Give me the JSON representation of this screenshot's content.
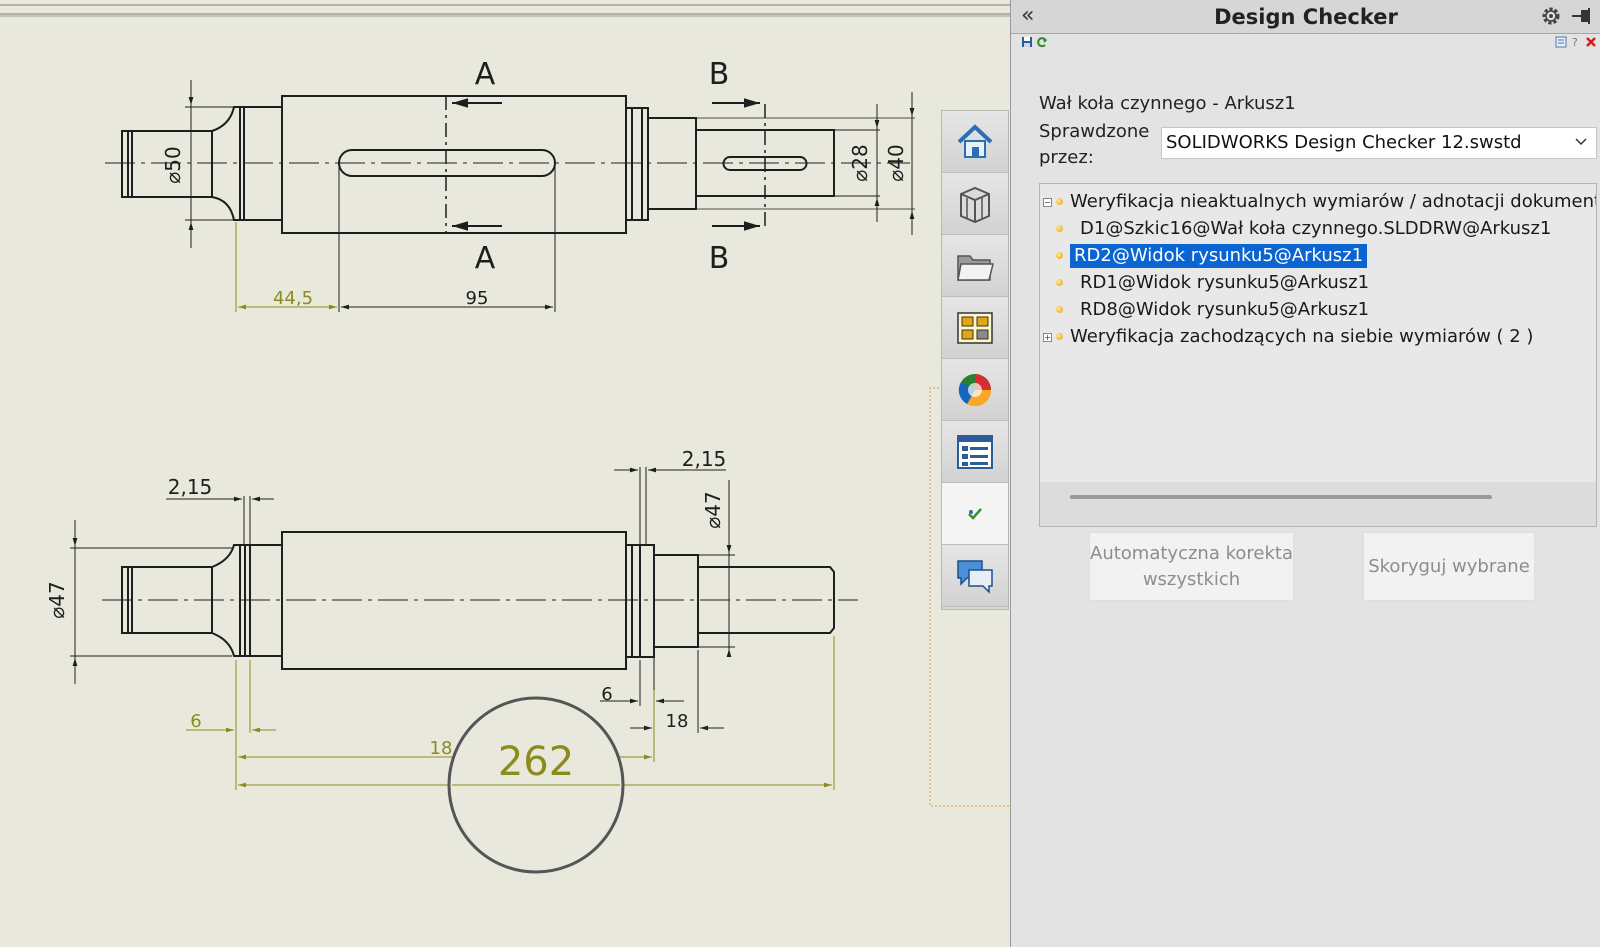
{
  "drawing": {
    "section_a_top": "A",
    "section_a_bottom": "A",
    "section_b_top": "B",
    "section_b_bottom": "B",
    "top_view": {
      "dim_diameter_50": "⌀50",
      "dim_diameter_28": "⌀28",
      "dim_diameter_40": "⌀40",
      "dim_44_5": "44,5",
      "dim_95": "95"
    },
    "bottom_view": {
      "dim_2_15_left": "2,15",
      "dim_2_15_right": "2,15",
      "dim_diameter_47_right": "⌀47",
      "dim_diameter_47_left": "⌀47",
      "dim_6_right": "6",
      "dim_18_right": "18",
      "dim_6_left": "6",
      "dim_18_center": "18",
      "dim_262": "262"
    }
  },
  "tabs": [
    {
      "icon": "home-icon"
    },
    {
      "icon": "parts-library-icon"
    },
    {
      "icon": "folder-icon"
    },
    {
      "icon": "view-palette-icon"
    },
    {
      "icon": "appearances-icon"
    },
    {
      "icon": "custom-properties-icon"
    },
    {
      "icon": "design-checker-icon"
    },
    {
      "icon": "forum-icon"
    }
  ],
  "panel": {
    "collapse": "«",
    "title": "Design Checker",
    "document": "Wał koła czynnego - Arkusz1",
    "checked_by_label": "Sprawdzone przez:",
    "standard_value": "SOLIDWORKS Design Checker 12.swstd",
    "tree": [
      {
        "text": "Weryfikacja nieaktualnych wymiarów / adnotacji dokumentu ry"
      },
      {
        "text": "D1@Szkic16@Wał koła czynnego.SLDDRW@Arkusz1"
      },
      {
        "text": "RD2@Widok rysunku5@Arkusz1"
      },
      {
        "text": "RD1@Widok rysunku5@Arkusz1"
      },
      {
        "text": "RD8@Widok rysunku5@Arkusz1"
      },
      {
        "text": "Weryfikacja zachodzących na siebie wymiarów ( 2 )"
      }
    ],
    "btn_auto_fix": "Automatyczna korekta wszystkich",
    "btn_fix_selected": "Skoryguj wybrane"
  },
  "colors": {
    "drawing_bg": "#e9e8dc",
    "line": "#1e1e1e",
    "dim_highlight": "#8b8b1e",
    "selection": "#0a64d2"
  }
}
